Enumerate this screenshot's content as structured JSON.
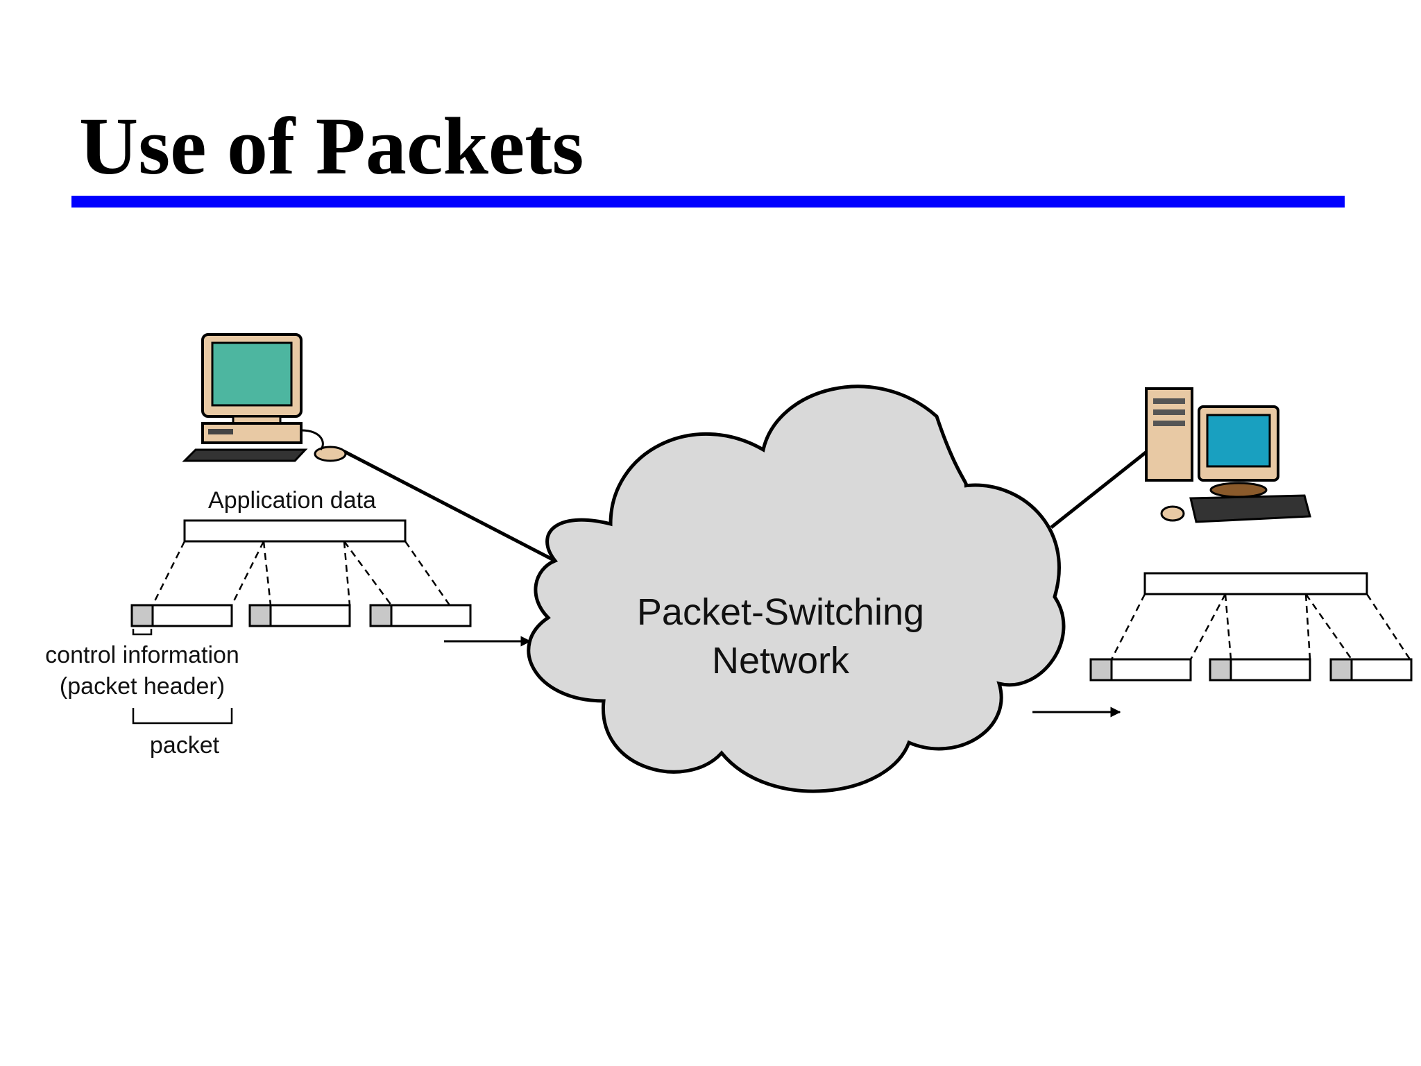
{
  "slide": {
    "title": "Use of Packets",
    "rule_color": "#0000ff"
  },
  "diagram": {
    "network_label_line1": "Packet-Switching",
    "network_label_line2": "Network",
    "application_data_label": "Application data",
    "control_info_line1": "control information",
    "control_info_line2": "(packet header)",
    "packet_label": "packet",
    "cloud_fill": "#d9d9d9",
    "header_fill": "#c8c8c8",
    "screen_color_sender": "#4db6a0",
    "screen_color_receiver": "#19a0c0",
    "icons": [
      "sender-computer-icon",
      "receiver-computer-icon",
      "cloud-icon",
      "arrow-icon"
    ]
  }
}
